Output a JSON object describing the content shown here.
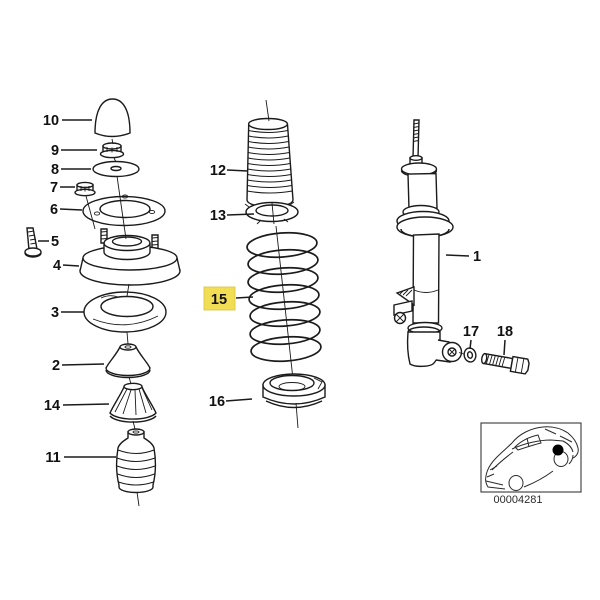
{
  "diagram": {
    "drawing_number": "00004281",
    "highlighted_part": "15",
    "highlight_color": "#F2DE55",
    "line_color": "#1b1b1b",
    "labels": {
      "part1": "1",
      "part2": "2",
      "part3": "3",
      "part4": "4",
      "part5": "5",
      "part6": "6",
      "part7": "7",
      "part8": "8",
      "part9": "9",
      "part10": "10",
      "part11": "11",
      "part12": "12",
      "part13": "13",
      "part14": "14",
      "part15": "15",
      "part16": "16",
      "part17": "17",
      "part18": "18"
    }
  }
}
